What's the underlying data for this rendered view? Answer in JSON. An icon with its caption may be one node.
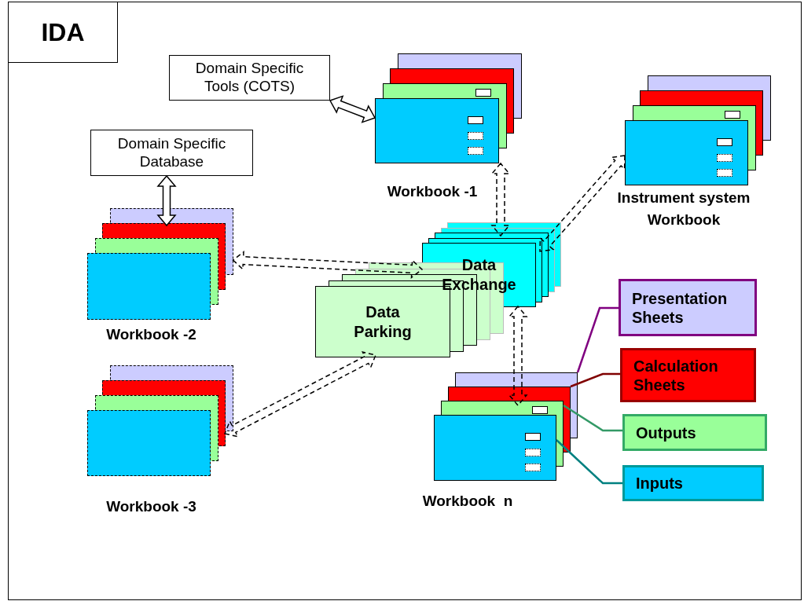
{
  "diagram": {
    "title": "IDA",
    "nodes": [
      {
        "text": [
          "Domain Specific Tools (COTS)"
        ]
      },
      {
        "text": [
          "Domain Specific Database"
        ]
      },
      {
        "text": [
          "Workbook -1"
        ]
      },
      {
        "text": [
          "Instrument system Workbook"
        ]
      },
      {
        "text": [
          "Workbook -2"
        ]
      },
      {
        "text": [
          "Workbook -3"
        ]
      },
      {
        "text": [
          "Data Exchange"
        ]
      },
      {
        "text": [
          "Data Parking"
        ]
      },
      {
        "text": [
          "Workbook  n"
        ]
      },
      {
        "text": [
          "Presentation Sheets"
        ]
      },
      {
        "text": [
          "Calculation Sheets"
        ]
      },
      {
        "text": [
          "Outputs"
        ]
      },
      {
        "text": [
          "Inputs"
        ]
      },
      {
        "text": [],
        "shape": "box",
        "in": 8
      },
      {
        "text": [],
        "shape": "box",
        "in": 8
      },
      {
        "text": [],
        "shape": "box",
        "in": 8
      },
      {
        "text": [],
        "shape": "box",
        "in": 8
      }
    ],
    "edges": [
      {
        "from": 0,
        "to": 2,
        "arrow": "both"
      },
      {
        "from": 1,
        "to": 4,
        "arrow": "both"
      },
      {
        "from": 4,
        "to": 6,
        "arrow": "both",
        "style": "dashed"
      },
      {
        "from": 2,
        "to": 6,
        "arrow": "both",
        "style": "dashed"
      },
      {
        "from": 3,
        "to": 6,
        "arrow": "both",
        "style": "dashed"
      },
      {
        "from": 5,
        "to": 7,
        "arrow": "both",
        "style": "dashed"
      },
      {
        "from": 6,
        "to": 8,
        "arrow": "both",
        "style": "dashed"
      },
      {
        "from": 9,
        "to": 13,
        "arrow": "none",
        "color": "#800080"
      },
      {
        "from": 10,
        "to": 14,
        "arrow": "none",
        "color": "#800000"
      },
      {
        "from": 11,
        "to": 15,
        "arrow": "none",
        "color": "#339966"
      },
      {
        "from": 12,
        "to": 16,
        "arrow": "none",
        "color": "#008080"
      }
    ]
  }
}
